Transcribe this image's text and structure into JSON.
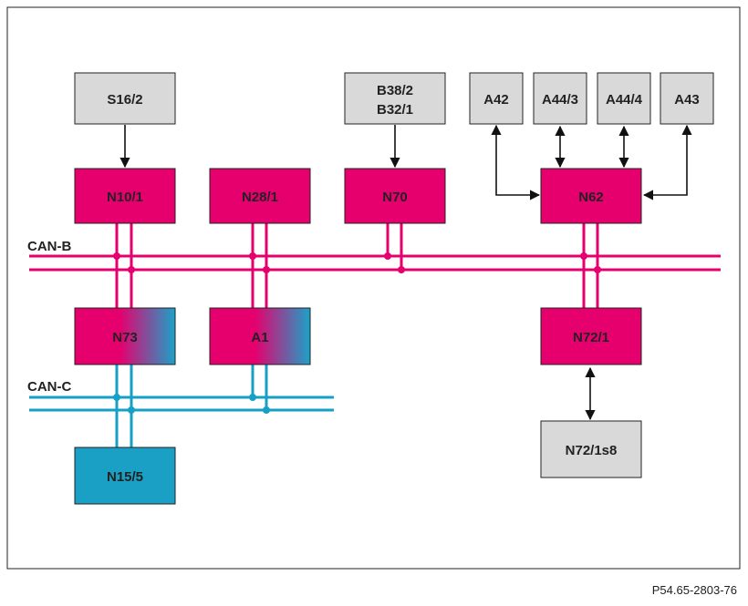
{
  "colors": {
    "module": "#e5006e",
    "sensor": "#d9d9d9",
    "can_b": "#e5006e",
    "can_c": "#17a0c6",
    "gateway_end": "#1ba2c8",
    "can_c_module": "#1aa0c4",
    "outline": "#222222",
    "arrow": "#111111"
  },
  "buses": {
    "can_b_label": "CAN-B",
    "can_c_label": "CAN-C"
  },
  "boxes": {
    "s16_2": "S16/2",
    "b38_2": "B38/2",
    "b32_1": "B32/1",
    "a42": "A42",
    "a44_3": "A44/3",
    "a44_4": "A44/4",
    "a43": "A43",
    "n10_1": "N10/1",
    "n28_1": "N28/1",
    "n70": "N70",
    "n62": "N62",
    "n73": "N73",
    "a1": "A1",
    "n72_1": "N72/1",
    "n15_5": "N15/5",
    "n72_1s8": "N72/1s8"
  },
  "caption": "P54.65-2803-76"
}
